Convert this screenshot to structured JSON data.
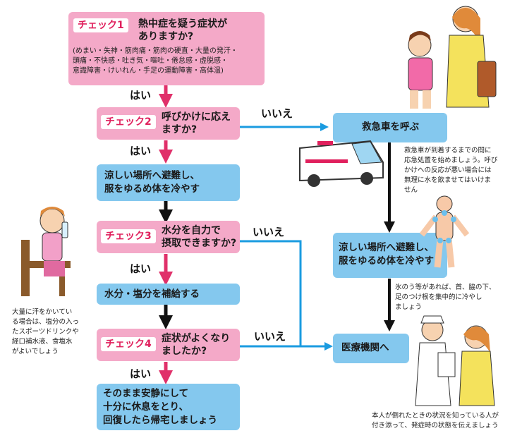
{
  "check1": {
    "tag": "チェック1",
    "question_line1": "熱中症を疑う症状が",
    "question_line2": "ありますか?",
    "symptoms_line1": "(めまい・失神・筋肉痛・筋肉の硬直・大量の発汗・",
    "symptoms_line2": "頭痛・不快感・吐き気・嘔吐・倦怠感・虚脱感・",
    "symptoms_line3": "意識障害・けいれん・手足の運動障害・高体温)"
  },
  "check2": {
    "tag": "チェック2",
    "question_line1": "呼びかけに応え",
    "question_line2": "ますか?"
  },
  "check3": {
    "tag": "チェック3",
    "question_line1": "水分を自力で",
    "question_line2": "摂取できますか?"
  },
  "check4": {
    "tag": "チェック4",
    "question_line1": "症状がよくなり",
    "question_line2": "ましたか?"
  },
  "labels": {
    "yes": "はい",
    "no": "いいえ"
  },
  "actions": {
    "cool_line1": "涼しい場所へ避難し、",
    "cool_line2": "服をゆるめ体を冷やす",
    "hydrate": "水分・塩分を補給する",
    "rest_line1": "そのまま安静にして",
    "rest_line2": "十分に休息をとり、",
    "rest_line3": "回復したら帰宅しましょう",
    "ambulance": "救急車を呼ぶ",
    "cool2_line1": "涼しい場所へ避難し、",
    "cool2_line2": "服をゆるめ体を冷やす",
    "hospital": "医療機関へ"
  },
  "notes": {
    "ambulance_note": [
      "救急車が到着するまでの間に",
      "応急処置を始めましょう。呼び",
      "かけへの反応が悪い場合には",
      "無理に水を飲ませてはいけま",
      "せん"
    ],
    "ice_note": [
      "氷のう等があれば、首、脇の下、",
      "足のつけ根を集中的に冷やし",
      "ましょう"
    ],
    "drink_note": [
      "大量に汗をかいてい",
      "る場合は、塩分の入っ",
      "たスポーツドリンクや",
      "経口補水液、食塩水",
      "がよいでしょう"
    ],
    "hospital_note": [
      "本人が倒れたときの状況を知っている人が",
      "付き添って、発症時の状態を伝えましょう"
    ]
  },
  "colors": {
    "pink_box": "#f4a9c8",
    "blue_box": "#84c8ee",
    "pink_arrow": "#e0306a",
    "blue_arrow": "#1a9be0",
    "black_arrow": "#111111"
  }
}
